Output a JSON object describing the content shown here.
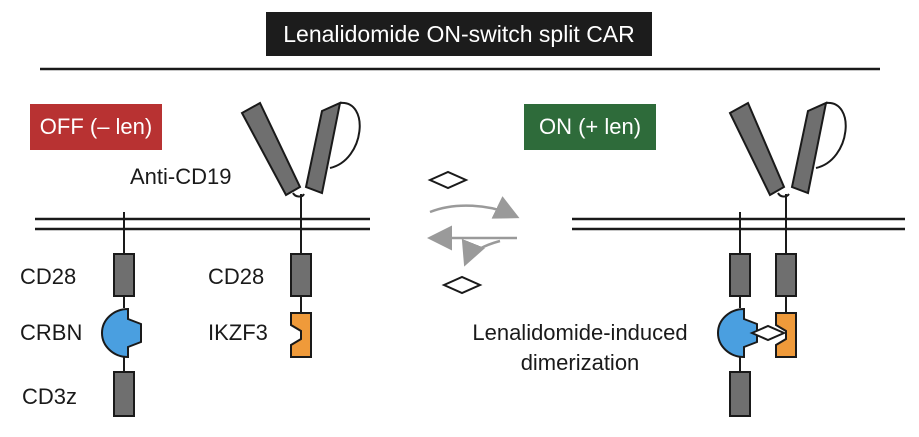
{
  "title": "Lenalidomide ON-switch split CAR",
  "states": {
    "off": "OFF (– len)",
    "on": "ON (+ len)"
  },
  "labels": {
    "anti_cd19": "Anti-CD19",
    "cd28_left": "CD28",
    "crbn": "CRBN",
    "cd3z": "CD3z",
    "cd28_right": "CD28",
    "ikzf3": "IKZF3",
    "dimerization_line1": "Lenalidomide-induced",
    "dimerization_line2": "dimerization"
  },
  "colors": {
    "off_state": "#b83232",
    "on_state": "#2e6b3a",
    "domain_gray": "#6f6f6f",
    "crbn_blue": "#4a9fe0",
    "ikzf3_orange": "#ef9a3a",
    "arrow_gray": "#9a9a9a",
    "title_bg": "#1c1c1c"
  }
}
